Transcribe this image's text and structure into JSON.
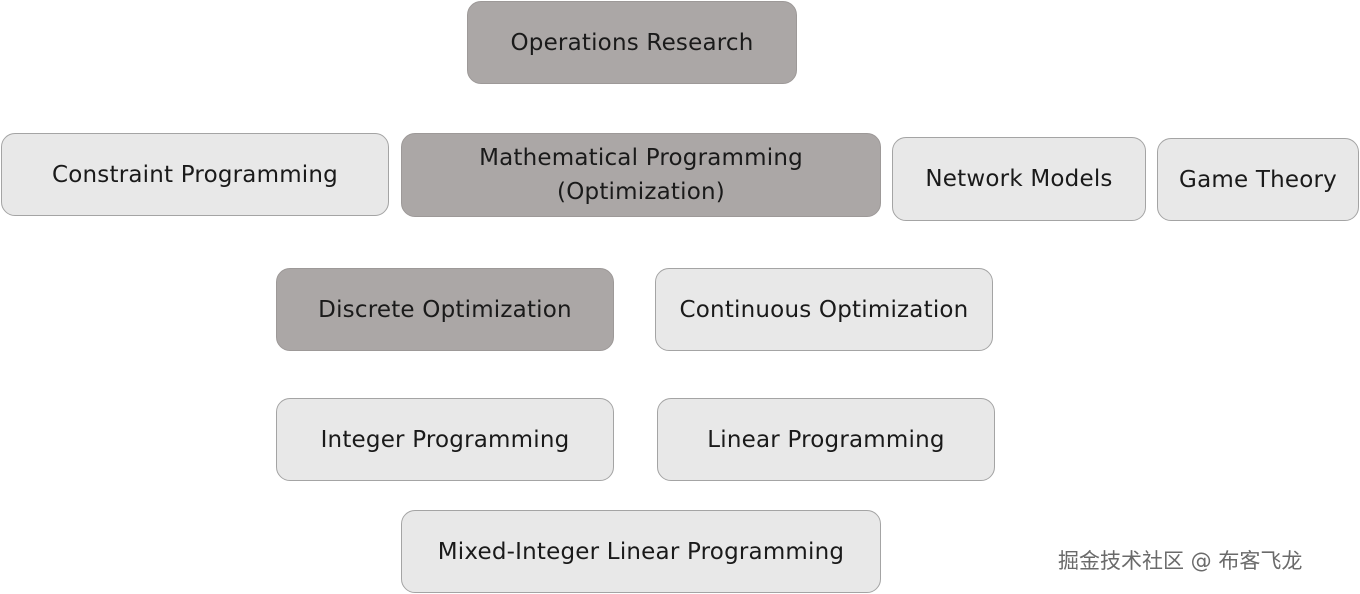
{
  "diagram": {
    "nodes": {
      "operations_research": "Operations Research",
      "constraint_programming": "Constraint Programming",
      "mathematical_programming": "Mathematical Programming\n(Optimization)",
      "network_models": "Network Models",
      "game_theory": "Game Theory",
      "discrete_optimization": "Discrete Optimization",
      "continuous_optimization": "Continuous Optimization",
      "integer_programming": "Integer Programming",
      "linear_programming": "Linear Programming",
      "mixed_integer_linear_programming": "Mixed-Integer Linear Programming"
    },
    "colors": {
      "highlighted_fill": "#aba7a6",
      "normal_fill": "#e8e8e8",
      "border": "#a4a4a4",
      "text": "#1a1a1a"
    }
  },
  "watermark": "掘金技术社区 @ 布客飞龙"
}
